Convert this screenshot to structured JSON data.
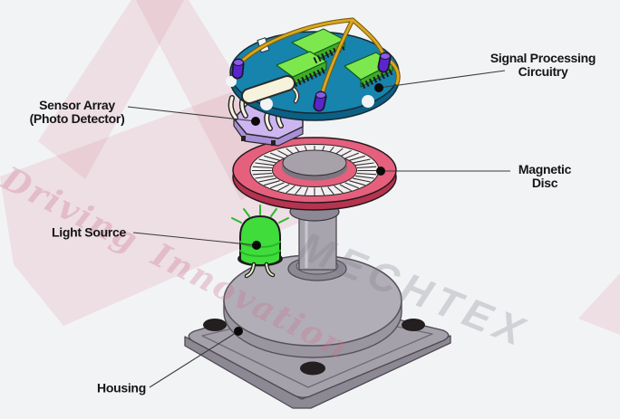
{
  "diagram": {
    "type": "exploded-view",
    "components": [
      "Signal Processing Circuitry",
      "Sensor Array (Photo Detector)",
      "Magnetic Disc",
      "Light Source",
      "Housing"
    ]
  },
  "labels": {
    "signal_processing": {
      "line1": "Signal Processing",
      "line2": "Circuitry"
    },
    "sensor_array": {
      "line1": "Sensor Array",
      "line2": "(Photo Detector)"
    },
    "magnetic_disc": {
      "line1": "Magnetic",
      "line2": "Disc"
    },
    "light_source": {
      "text": "Light Source"
    },
    "housing": {
      "text": "Housing"
    }
  },
  "watermarks": {
    "tagline": "Driving Innovation",
    "brand": "MECHTEX"
  },
  "colors": {
    "background": "#f2f3f5",
    "pcb_top": "#1684ad",
    "pcb_side": "#0d5f85",
    "ic_chip_top": "#7de84e",
    "ic_chip_side": "#3fae27",
    "capacitor": "#5a25cc",
    "wire": "#d9a91f",
    "sensor_plate": "#cdb6f0",
    "disc_top": "#e4607d",
    "disc_side": "#b5344f",
    "disc_ring": "#f3eff1",
    "hub_gray": "#a7a1a9",
    "led_green": "#3fdc3b",
    "housing_gray": "#a19da7",
    "label_text": "#151515",
    "watermark_pink": "#d5788e",
    "watermark_gray": "#7a7e89"
  }
}
